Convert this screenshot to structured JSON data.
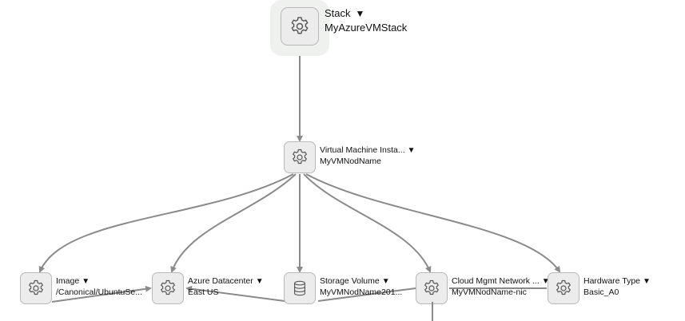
{
  "stack": {
    "type": "Stack",
    "name": "MyAzureVMStack",
    "icon": "gear-icon"
  },
  "vm": {
    "type": "Virtual Machine Insta...",
    "name": "MyVMNodName",
    "icon": "gear-icon"
  },
  "children": [
    {
      "type": "Image",
      "name": "/Canonical/UbuntuSe...",
      "icon": "gear-icon"
    },
    {
      "type": "Azure Datacenter",
      "name": "East US",
      "icon": "gear-icon"
    },
    {
      "type": "Storage Volume",
      "name": "MyVMNodName201...",
      "icon": "database-icon"
    },
    {
      "type": "Cloud Mgmt Network ...",
      "name": "MyVMNodName-nic",
      "icon": "gear-icon"
    },
    {
      "type": "Hardware Type",
      "name": "Basic_A0",
      "icon": "gear-icon"
    }
  ],
  "caret_glyph": "▼",
  "colors": {
    "edge": "#8a8a8a",
    "node_fill": "#ececec",
    "node_border": "#b9b9b9",
    "icon_stroke": "#555555",
    "halo": "#eef1ee"
  }
}
